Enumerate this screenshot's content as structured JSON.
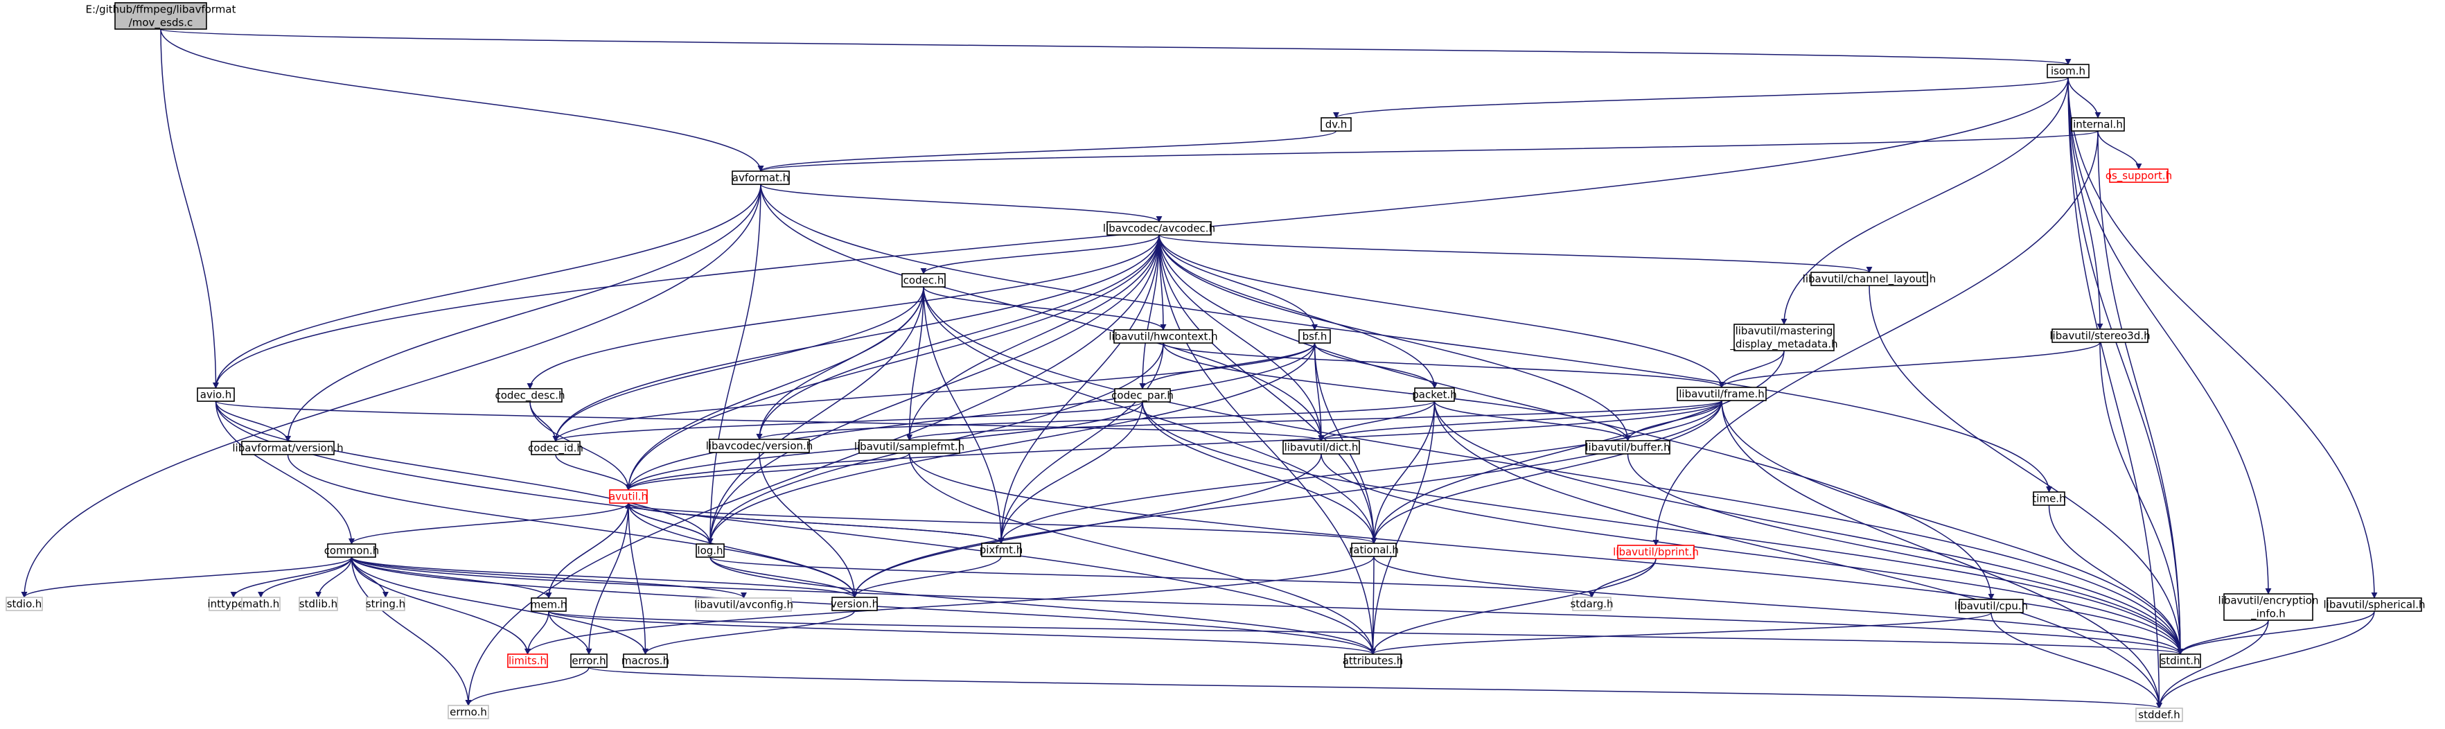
{
  "nodes": [
    {
      "id": "root",
      "lines": [
        "E:/github/ffmpeg/libavformat",
        "/mov_esds.c"
      ],
      "style": "root"
    },
    {
      "id": "isom_h",
      "lines": [
        "isom.h"
      ],
      "style": "normal"
    },
    {
      "id": "dv_h",
      "lines": [
        "dv.h"
      ],
      "style": "normal"
    },
    {
      "id": "internal_h",
      "lines": [
        "internal.h"
      ],
      "style": "normal"
    },
    {
      "id": "os_support_h",
      "lines": [
        "os_support.h"
      ],
      "style": "red"
    },
    {
      "id": "avformat_h",
      "lines": [
        "avformat.h"
      ],
      "style": "normal"
    },
    {
      "id": "avcodec_h",
      "lines": [
        "libavcodec/avcodec.h"
      ],
      "style": "normal"
    },
    {
      "id": "codec_h",
      "lines": [
        "codec.h"
      ],
      "style": "normal"
    },
    {
      "id": "channel_layout_h",
      "lines": [
        "libavutil/channel_layout.h"
      ],
      "style": "normal"
    },
    {
      "id": "mastering_h",
      "lines": [
        "libavutil/mastering",
        "_display_metadata.h"
      ],
      "style": "normal"
    },
    {
      "id": "stereo3d_h",
      "lines": [
        "libavutil/stereo3d.h"
      ],
      "style": "normal"
    },
    {
      "id": "hwcontext_h",
      "lines": [
        "libavutil/hwcontext.h"
      ],
      "style": "normal"
    },
    {
      "id": "bsf_h",
      "lines": [
        "bsf.h"
      ],
      "style": "normal"
    },
    {
      "id": "frame_h",
      "lines": [
        "libavutil/frame.h"
      ],
      "style": "normal"
    },
    {
      "id": "avio_h",
      "lines": [
        "avio.h"
      ],
      "style": "normal"
    },
    {
      "id": "codec_desc_h",
      "lines": [
        "codec_desc.h"
      ],
      "style": "normal"
    },
    {
      "id": "codec_par_h",
      "lines": [
        "codec_par.h"
      ],
      "style": "normal"
    },
    {
      "id": "packet_h",
      "lines": [
        "packet.h"
      ],
      "style": "normal"
    },
    {
      "id": "lavf_version_h",
      "lines": [
        "libavformat/version.h"
      ],
      "style": "normal"
    },
    {
      "id": "codec_id_h",
      "lines": [
        "codec_id.h"
      ],
      "style": "normal"
    },
    {
      "id": "lavc_version_h",
      "lines": [
        "libavcodec/version.h"
      ],
      "style": "normal"
    },
    {
      "id": "samplefmt_h",
      "lines": [
        "libavutil/samplefmt.h"
      ],
      "style": "normal"
    },
    {
      "id": "dict_h",
      "lines": [
        "libavutil/dict.h"
      ],
      "style": "normal"
    },
    {
      "id": "buffer_h",
      "lines": [
        "libavutil/buffer.h"
      ],
      "style": "normal"
    },
    {
      "id": "avutil_h",
      "lines": [
        "avutil.h"
      ],
      "style": "red"
    },
    {
      "id": "time_h",
      "lines": [
        "time.h"
      ],
      "style": "normal"
    },
    {
      "id": "common_h",
      "lines": [
        "common.h"
      ],
      "style": "normal"
    },
    {
      "id": "log_h",
      "lines": [
        "log.h"
      ],
      "style": "normal"
    },
    {
      "id": "pixfmt_h",
      "lines": [
        "pixfmt.h"
      ],
      "style": "normal"
    },
    {
      "id": "rational_h",
      "lines": [
        "rational.h"
      ],
      "style": "normal"
    },
    {
      "id": "bprint_h",
      "lines": [
        "libavutil/bprint.h"
      ],
      "style": "red"
    },
    {
      "id": "stdio_h",
      "lines": [
        "stdio.h"
      ],
      "style": "gray"
    },
    {
      "id": "inttypes_h",
      "lines": [
        "inttypes.h"
      ],
      "style": "gray"
    },
    {
      "id": "math_h",
      "lines": [
        "math.h"
      ],
      "style": "gray"
    },
    {
      "id": "stdlib_h",
      "lines": [
        "stdlib.h"
      ],
      "style": "gray"
    },
    {
      "id": "string_h",
      "lines": [
        "string.h"
      ],
      "style": "gray"
    },
    {
      "id": "mem_h",
      "lines": [
        "mem.h"
      ],
      "style": "normal"
    },
    {
      "id": "avconfig_h",
      "lines": [
        "libavutil/avconfig.h"
      ],
      "style": "gray"
    },
    {
      "id": "version_h",
      "lines": [
        "version.h"
      ],
      "style": "normal"
    },
    {
      "id": "stdarg_h",
      "lines": [
        "stdarg.h"
      ],
      "style": "gray"
    },
    {
      "id": "cpu_h",
      "lines": [
        "libavutil/cpu.h"
      ],
      "style": "normal"
    },
    {
      "id": "encryption_h",
      "lines": [
        "libavutil/encryption",
        "_info.h"
      ],
      "style": "normal"
    },
    {
      "id": "spherical_h",
      "lines": [
        "libavutil/spherical.h"
      ],
      "style": "normal"
    },
    {
      "id": "limits_h",
      "lines": [
        "limits.h"
      ],
      "style": "red"
    },
    {
      "id": "error_h",
      "lines": [
        "error.h"
      ],
      "style": "normal"
    },
    {
      "id": "macros_h",
      "lines": [
        "macros.h"
      ],
      "style": "normal"
    },
    {
      "id": "attributes_h",
      "lines": [
        "attributes.h"
      ],
      "style": "normal"
    },
    {
      "id": "stdint_h",
      "lines": [
        "stdint.h"
      ],
      "style": "normal"
    },
    {
      "id": "errno_h",
      "lines": [
        "errno.h"
      ],
      "style": "gray"
    },
    {
      "id": "stddef_h",
      "lines": [
        "stddef.h"
      ],
      "style": "gray"
    }
  ],
  "edges": [
    [
      "root",
      "isom_h"
    ],
    [
      "root",
      "avformat_h"
    ],
    [
      "root",
      "avio_h"
    ],
    [
      "isom_h",
      "dv_h"
    ],
    [
      "isom_h",
      "internal_h"
    ],
    [
      "isom_h",
      "avio_h"
    ],
    [
      "isom_h",
      "mastering_h"
    ],
    [
      "isom_h",
      "stereo3d_h"
    ],
    [
      "isom_h",
      "encryption_h"
    ],
    [
      "isom_h",
      "spherical_h"
    ],
    [
      "isom_h",
      "stdint_h"
    ],
    [
      "isom_h",
      "stddef_h"
    ],
    [
      "dv_h",
      "avformat_h"
    ],
    [
      "internal_h",
      "os_support_h"
    ],
    [
      "internal_h",
      "avformat_h"
    ],
    [
      "internal_h",
      "stdint_h"
    ],
    [
      "internal_h",
      "bprint_h"
    ],
    [
      "avformat_h",
      "avcodec_h"
    ],
    [
      "avformat_h",
      "avio_h"
    ],
    [
      "avformat_h",
      "lavf_version_h"
    ],
    [
      "avformat_h",
      "stdio_h"
    ],
    [
      "avformat_h",
      "time_h"
    ],
    [
      "avformat_h",
      "log_h"
    ],
    [
      "avformat_h",
      "dict_h"
    ],
    [
      "avcodec_h",
      "codec_h"
    ],
    [
      "avcodec_h",
      "channel_layout_h"
    ],
    [
      "avcodec_h",
      "hwcontext_h"
    ],
    [
      "avcodec_h",
      "bsf_h"
    ],
    [
      "avcodec_h",
      "codec_desc_h"
    ],
    [
      "avcodec_h",
      "codec_par_h"
    ],
    [
      "avcodec_h",
      "packet_h"
    ],
    [
      "avcodec_h",
      "frame_h"
    ],
    [
      "avcodec_h",
      "codec_id_h"
    ],
    [
      "avcodec_h",
      "lavc_version_h"
    ],
    [
      "avcodec_h",
      "samplefmt_h"
    ],
    [
      "avcodec_h",
      "dict_h"
    ],
    [
      "avcodec_h",
      "buffer_h"
    ],
    [
      "avcodec_h",
      "avutil_h"
    ],
    [
      "avcodec_h",
      "log_h"
    ],
    [
      "avcodec_h",
      "pixfmt_h"
    ],
    [
      "avcodec_h",
      "rational_h"
    ],
    [
      "avcodec_h",
      "cpu_h"
    ],
    [
      "avcodec_h",
      "attributes_h"
    ],
    [
      "avcodec_h",
      "errno_h"
    ],
    [
      "codec_h",
      "hwcontext_h"
    ],
    [
      "codec_h",
      "codec_id_h"
    ],
    [
      "codec_h",
      "lavc_version_h"
    ],
    [
      "codec_h",
      "samplefmt_h"
    ],
    [
      "codec_h",
      "avutil_h"
    ],
    [
      "codec_h",
      "log_h"
    ],
    [
      "codec_h",
      "pixfmt_h"
    ],
    [
      "codec_h",
      "rational_h"
    ],
    [
      "codec_h",
      "stdint_h"
    ],
    [
      "channel_layout_h",
      "stdint_h"
    ],
    [
      "mastering_h",
      "frame_h"
    ],
    [
      "mastering_h",
      "rational_h"
    ],
    [
      "stereo3d_h",
      "frame_h"
    ],
    [
      "stereo3d_h",
      "stdint_h"
    ],
    [
      "hwcontext_h",
      "frame_h"
    ],
    [
      "hwcontext_h",
      "buffer_h"
    ],
    [
      "hwcontext_h",
      "pixfmt_h"
    ],
    [
      "hwcontext_h",
      "log_h"
    ],
    [
      "bsf_h",
      "codec_par_h"
    ],
    [
      "bsf_h",
      "packet_h"
    ],
    [
      "bsf_h",
      "codec_id_h"
    ],
    [
      "bsf_h",
      "dict_h"
    ],
    [
      "bsf_h",
      "log_h"
    ],
    [
      "bsf_h",
      "rational_h"
    ],
    [
      "bsf_h",
      "avutil_h"
    ],
    [
      "frame_h",
      "avutil_h"
    ],
    [
      "frame_h",
      "buffer_h"
    ],
    [
      "frame_h",
      "dict_h"
    ],
    [
      "frame_h",
      "rational_h"
    ],
    [
      "frame_h",
      "samplefmt_h"
    ],
    [
      "frame_h",
      "pixfmt_h"
    ],
    [
      "frame_h",
      "version_h"
    ],
    [
      "frame_h",
      "stddef_h"
    ],
    [
      "frame_h",
      "stdint_h"
    ],
    [
      "avio_h",
      "common_h"
    ],
    [
      "avio_h",
      "dict_h"
    ],
    [
      "avio_h",
      "log_h"
    ],
    [
      "avio_h",
      "lavf_version_h"
    ],
    [
      "avio_h",
      "attributes_h"
    ],
    [
      "codec_desc_h",
      "codec_id_h"
    ],
    [
      "codec_desc_h",
      "avutil_h"
    ],
    [
      "codec_par_h",
      "codec_id_h"
    ],
    [
      "codec_par_h",
      "avutil_h"
    ],
    [
      "codec_par_h",
      "pixfmt_h"
    ],
    [
      "codec_par_h",
      "rational_h"
    ],
    [
      "codec_par_h",
      "stdint_h"
    ],
    [
      "packet_h",
      "buffer_h"
    ],
    [
      "packet_h",
      "dict_h"
    ],
    [
      "packet_h",
      "rational_h"
    ],
    [
      "packet_h",
      "lavc_version_h"
    ],
    [
      "packet_h",
      "attributes_h"
    ],
    [
      "packet_h",
      "stddef_h"
    ],
    [
      "packet_h",
      "stdint_h"
    ],
    [
      "lavf_version_h",
      "version_h"
    ],
    [
      "codec_id_h",
      "avutil_h"
    ],
    [
      "lavc_version_h",
      "version_h"
    ],
    [
      "samplefmt_h",
      "avutil_h"
    ],
    [
      "samplefmt_h",
      "attributes_h"
    ],
    [
      "samplefmt_h",
      "stdint_h"
    ],
    [
      "dict_h",
      "stdint_h"
    ],
    [
      "dict_h",
      "version_h"
    ],
    [
      "buffer_h",
      "stdint_h"
    ],
    [
      "avutil_h",
      "common_h"
    ],
    [
      "avutil_h",
      "error_h"
    ],
    [
      "avutil_h",
      "version_h"
    ],
    [
      "avutil_h",
      "macros_h"
    ],
    [
      "avutil_h",
      "mem_h"
    ],
    [
      "avutil_h",
      "rational_h"
    ],
    [
      "avutil_h",
      "log_h"
    ],
    [
      "avutil_h",
      "pixfmt_h"
    ],
    [
      "time_h",
      "stdint_h"
    ],
    [
      "common_h",
      "errno_h"
    ],
    [
      "common_h",
      "inttypes_h"
    ],
    [
      "common_h",
      "limits_h"
    ],
    [
      "common_h",
      "math_h"
    ],
    [
      "common_h",
      "stdint_h"
    ],
    [
      "common_h",
      "stdio_h"
    ],
    [
      "common_h",
      "stdlib_h"
    ],
    [
      "common_h",
      "string_h"
    ],
    [
      "common_h",
      "attributes_h"
    ],
    [
      "common_h",
      "macros_h"
    ],
    [
      "common_h",
      "version_h"
    ],
    [
      "common_h",
      "avconfig_h"
    ],
    [
      "common_h",
      "mem_h"
    ],
    [
      "log_h",
      "stdarg_h"
    ],
    [
      "log_h",
      "avutil_h"
    ],
    [
      "log_h",
      "attributes_h"
    ],
    [
      "log_h",
      "version_h"
    ],
    [
      "pixfmt_h",
      "avutil_h"
    ],
    [
      "pixfmt_h",
      "version_h"
    ],
    [
      "rational_h",
      "stdint_h"
    ],
    [
      "rational_h",
      "limits_h"
    ],
    [
      "rational_h",
      "attributes_h"
    ],
    [
      "bprint_h",
      "stdarg_h"
    ],
    [
      "bprint_h",
      "attributes_h"
    ],
    [
      "bprint_h",
      "avstring_none"
    ],
    [
      "mem_h",
      "limits_h"
    ],
    [
      "mem_h",
      "stdint_h"
    ],
    [
      "mem_h",
      "attributes_h"
    ],
    [
      "mem_h",
      "error_h"
    ],
    [
      "mem_h",
      "avutil_h"
    ],
    [
      "cpu_h",
      "attributes_h"
    ],
    [
      "cpu_h",
      "stddef_h"
    ],
    [
      "encryption_h",
      "stddef_h"
    ],
    [
      "encryption_h",
      "stdint_h"
    ],
    [
      "spherical_h",
      "stddef_h"
    ],
    [
      "spherical_h",
      "stdint_h"
    ],
    [
      "error_h",
      "errno_h"
    ],
    [
      "error_h",
      "stddef_h"
    ],
    [
      "version_h",
      "macros_h"
    ]
  ]
}
